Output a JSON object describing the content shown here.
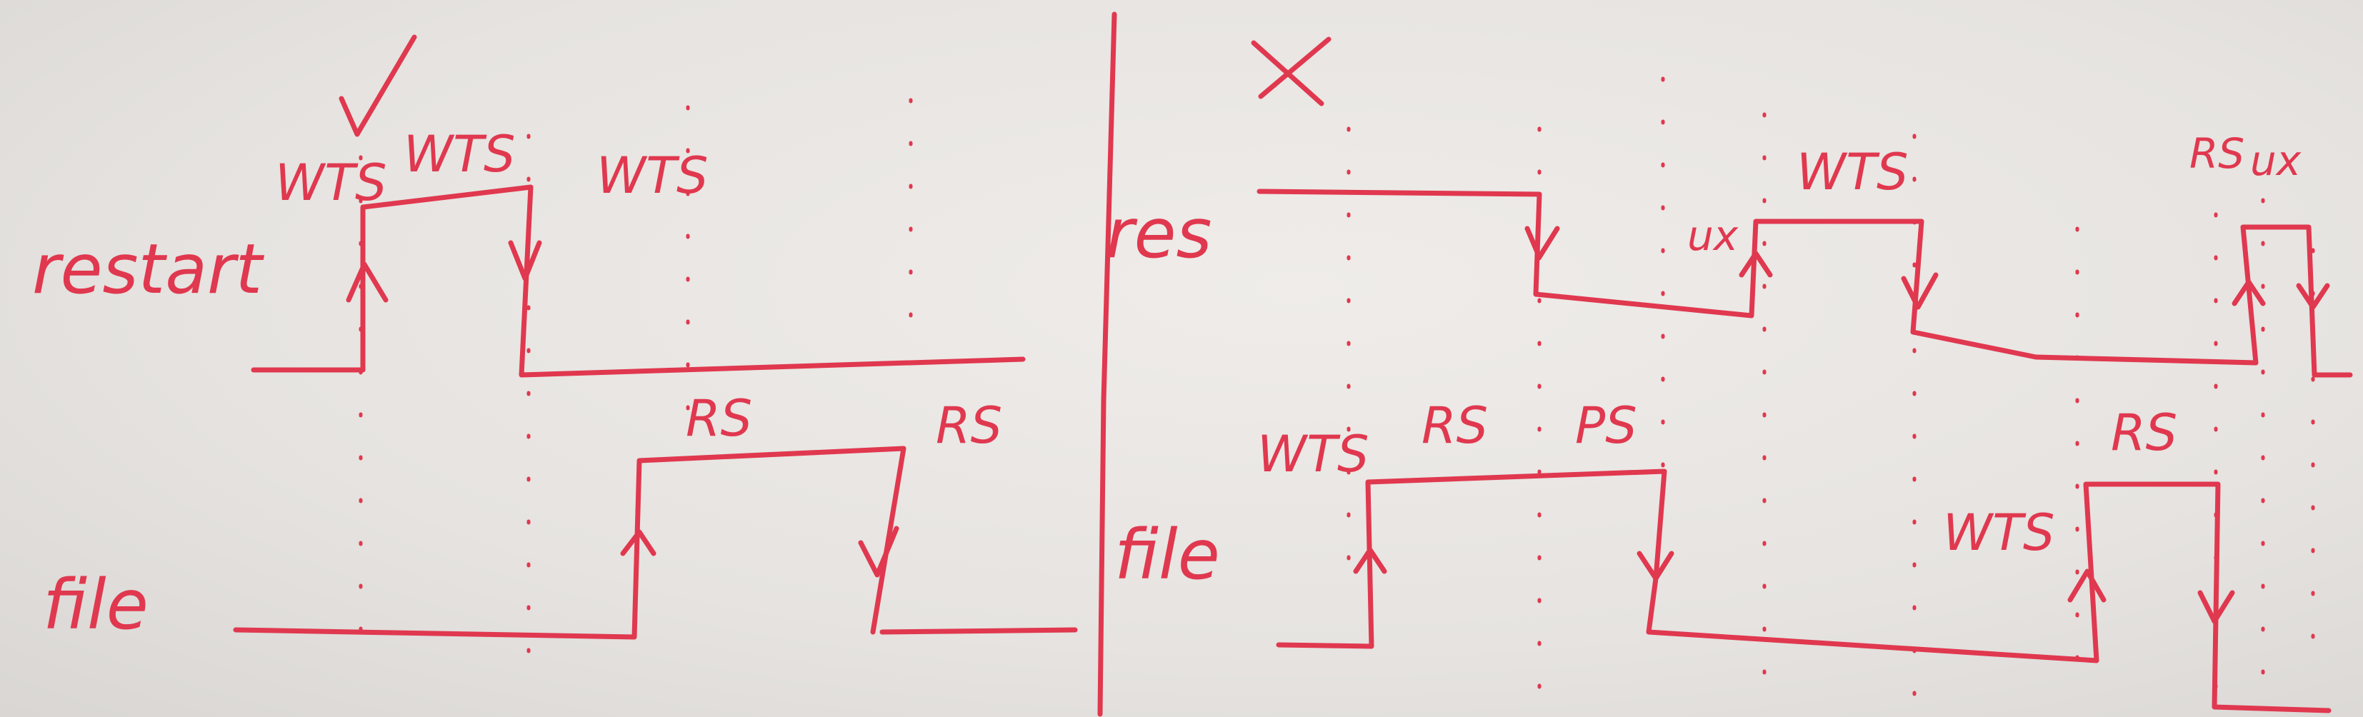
{
  "left_diagram": {
    "check_mark": "✓",
    "row_labels": {
      "restart": "restart",
      "file": "file"
    },
    "restart_intervals": [
      "WTS",
      "WTS",
      "WTS"
    ],
    "file_intervals": [
      "RS",
      "RS"
    ]
  },
  "right_diagram": {
    "cross_mark": "X",
    "row_labels": {
      "restart": "res",
      "file": "file"
    },
    "restart_intervals": [
      "ux",
      "WTS",
      "RS",
      "ux"
    ],
    "file_intervals": [
      "WTS",
      "RS",
      "PS",
      "WTS",
      "RS"
    ]
  },
  "colors": {
    "ink": "#e0384f",
    "board": "#e9e6e3"
  }
}
